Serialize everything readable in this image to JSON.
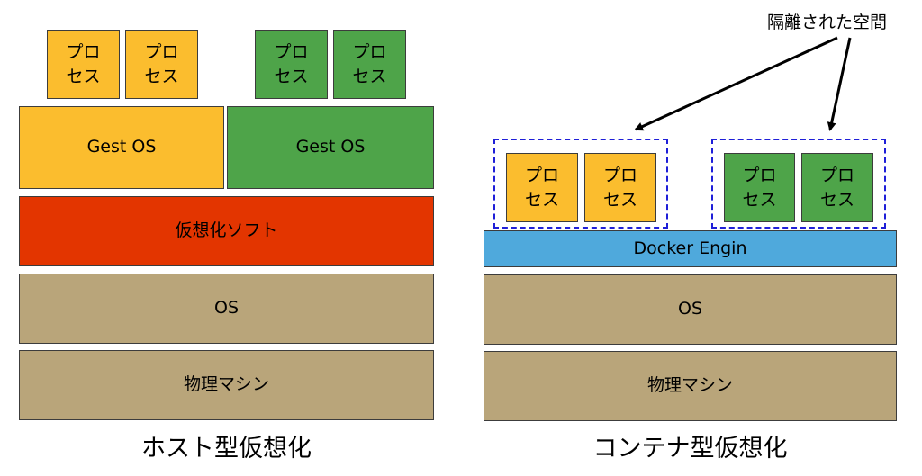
{
  "colors": {
    "yellow": "#fbbd2e",
    "green": "#4ea449",
    "red": "#e33500",
    "tan": "#b9a57a",
    "blue": "#4fa9dc",
    "dashed_border": "#1f1fd8"
  },
  "host": {
    "caption": "ホスト型仮想化",
    "process_label": "プロ\nセス",
    "guest_os_left": "Gest OS",
    "guest_os_right": "Gest OS",
    "hypervisor": "仮想化ソフト",
    "os": "OS",
    "hardware": "物理マシン"
  },
  "container": {
    "caption": "コンテナ型仮想化",
    "process_label": "プロ\nセス",
    "engine": "Docker Engin",
    "os": "OS",
    "hardware": "物理マシン",
    "isolated_label": "隔離された空間"
  }
}
